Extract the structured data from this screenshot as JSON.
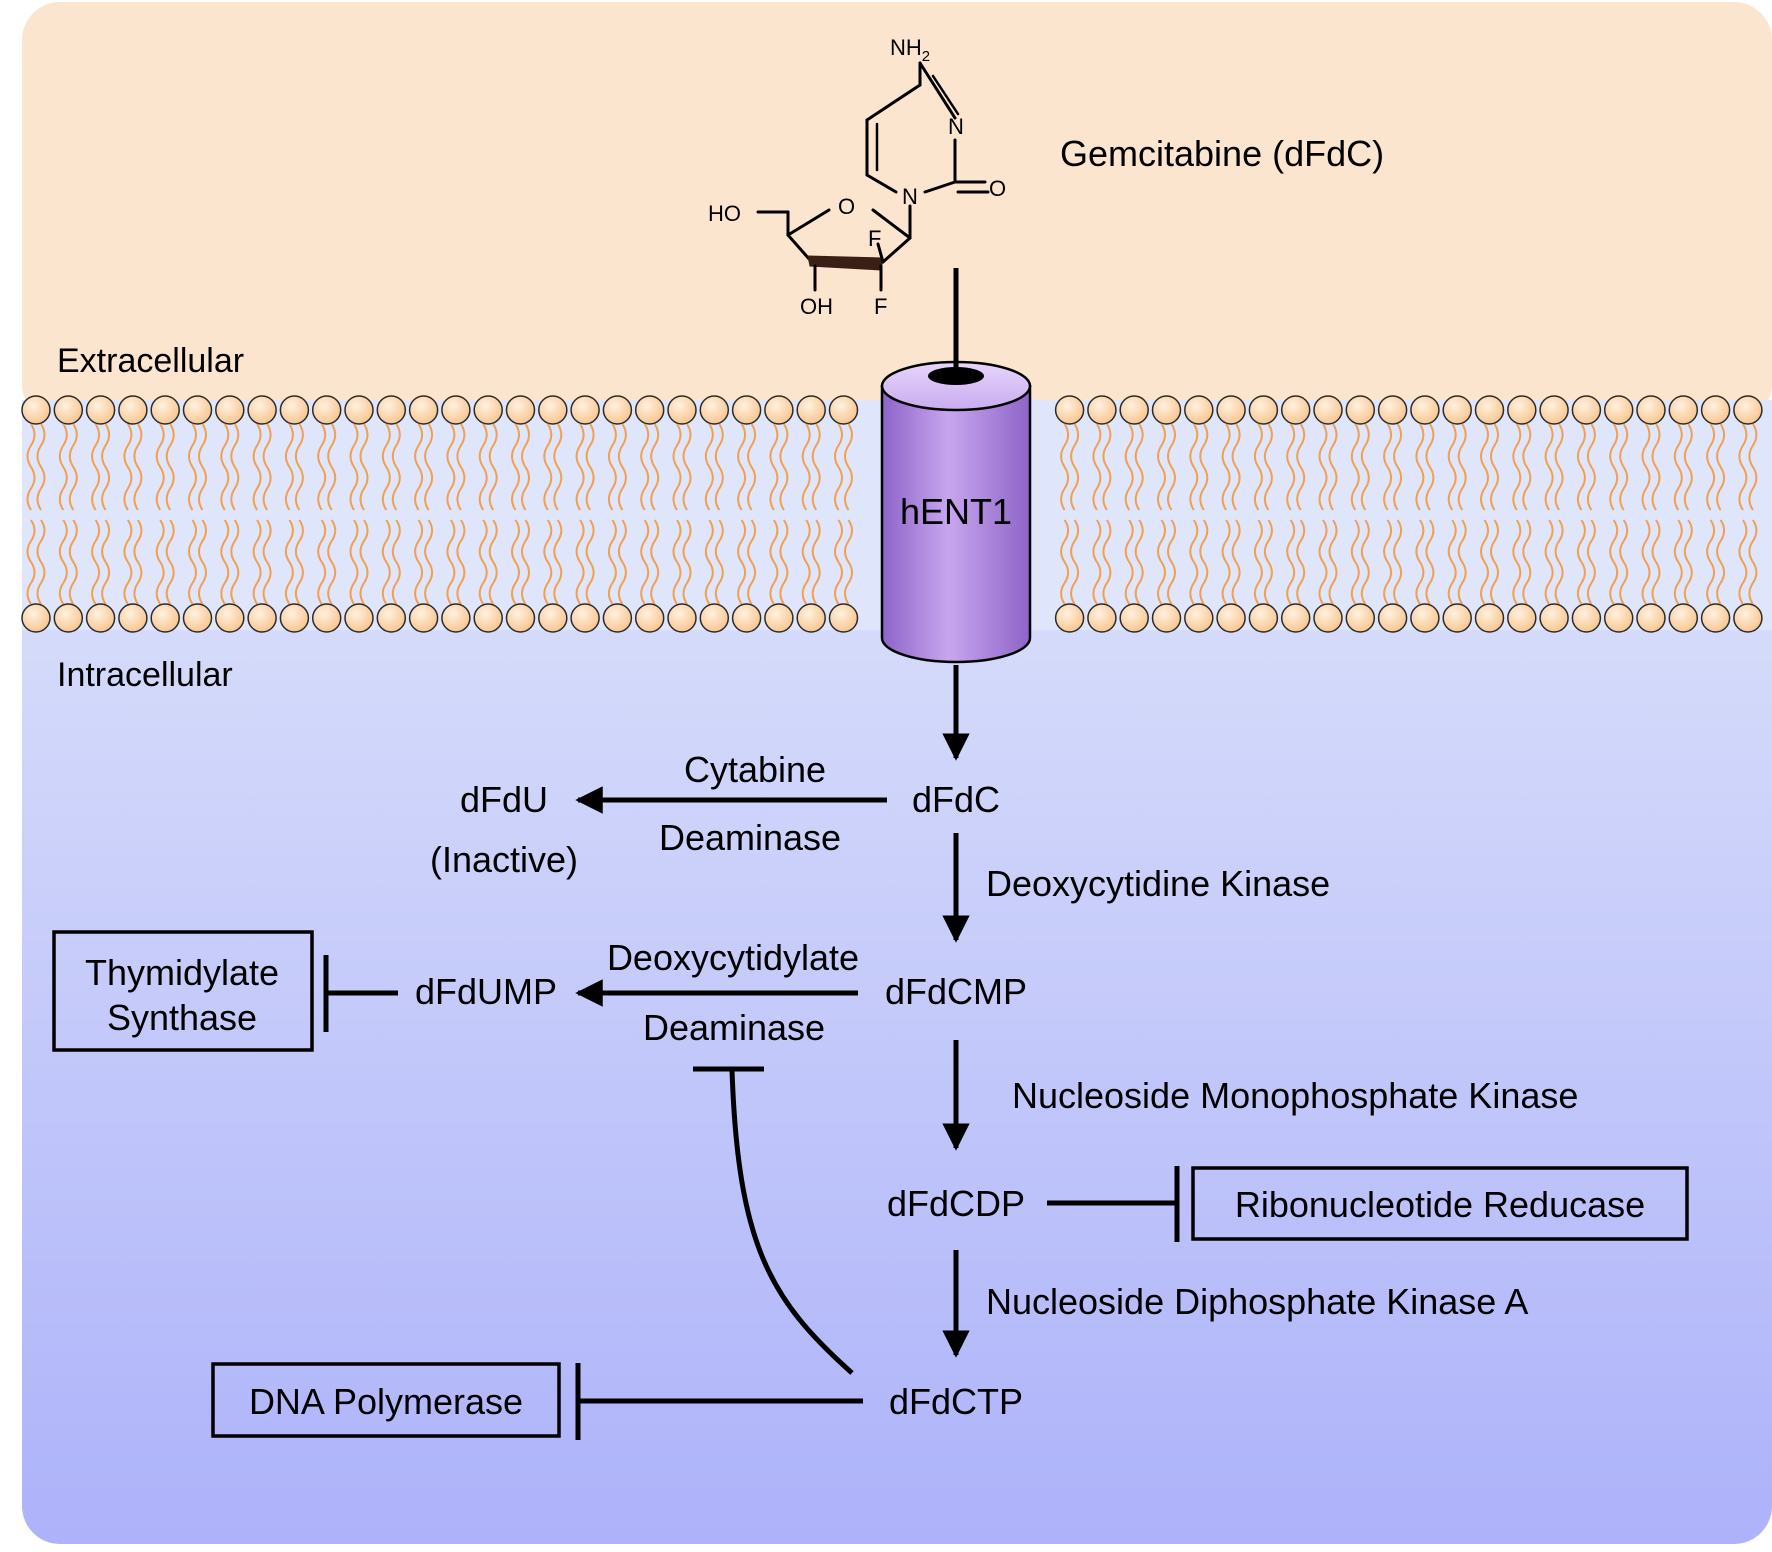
{
  "regions": {
    "extracellular": "Extracellular",
    "intracellular": "Intracellular"
  },
  "drug": {
    "name": "Gemcitabine (dFdC)",
    "atoms": {
      "nh2": "NH",
      "nh2_sub": "2",
      "n3": "N",
      "o2": "O",
      "n1": "N",
      "o_ring": "O",
      "ho": "HO",
      "f1": "F",
      "f2": "F",
      "oh": "OH"
    }
  },
  "transporter": {
    "label": "hENT1"
  },
  "metabolites": {
    "dfdc": "dFdC",
    "dfdu": "dFdU",
    "dfdu_note": "(Inactive)",
    "dfdcmp": "dFdCMP",
    "dfdump": "dFdUMP",
    "dfdcdp": "dFdCDP",
    "dfdctp": "dFdCTP"
  },
  "enzymes": {
    "cda_line1": "Cytabine",
    "cda_line2": "Deaminase",
    "dck": "Deoxycytidine Kinase",
    "dctd_line1": "Deoxycytidylate",
    "dctd_line2": "Deaminase",
    "nmpk": "Nucleoside Monophosphate Kinase",
    "ndpk": "Nucleoside Diphosphate Kinase A"
  },
  "targets": {
    "ts_line1": "Thymidylate",
    "ts_line2": "Synthase",
    "rnr": "Ribonucleotide Reducase",
    "dnapol": "DNA Polymerase"
  },
  "colors": {
    "extracellular_bg": "#fbe5cf",
    "intracellular_top": "#dde3fa",
    "intracellular_bottom": "#aeb3fa",
    "lipid_head": "#fbd2a4",
    "lipid_tail": "#f0a050",
    "channel": "#b48ee0"
  }
}
